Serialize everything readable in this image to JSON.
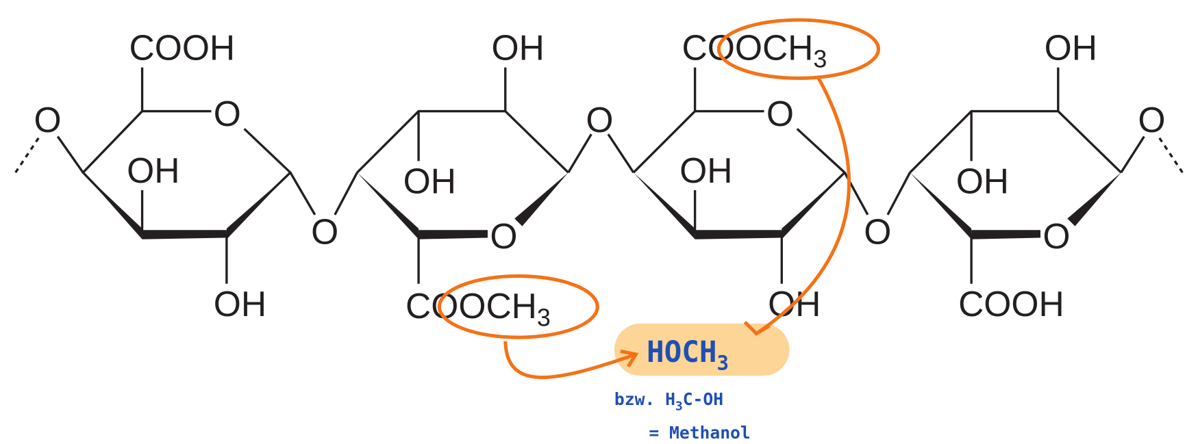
{
  "labels": {
    "cooh": "COOH",
    "oh": "OH",
    "o": "O",
    "cooch": "COOCH",
    "sub3": "3"
  },
  "annotation": {
    "product_main": "HOCH",
    "product_sub": "3",
    "alt_prefix": "bzw. H",
    "alt_sub": "3",
    "alt_suffix": "C-OH",
    "name": "= Methanol"
  },
  "colors": {
    "highlight": "#f47216",
    "box": "#fcd597",
    "handwriting": "#1f4fb5",
    "structure": "#231f20"
  }
}
